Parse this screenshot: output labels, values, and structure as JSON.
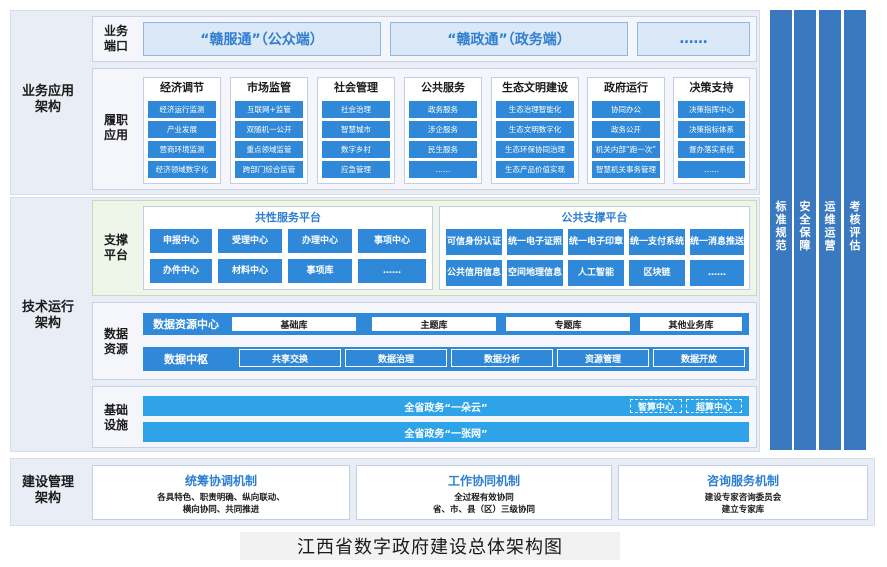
{
  "layers": {
    "business": "业务应用架构",
    "tech": "技术运行架构",
    "construction": "建设管理架构"
  },
  "ports": {
    "label": "业务端口",
    "items": [
      "“赣服通”（公众端）",
      "“赣政通”（政务端）",
      "……"
    ]
  },
  "functions": {
    "label": "履职应用",
    "columns": [
      {
        "title": "经济调节",
        "items": [
          "经济运行监测",
          "产业发展",
          "营商环境监测",
          "经济领域数字化"
        ]
      },
      {
        "title": "市场监管",
        "items": [
          "互联网+监管",
          "双随机一公开",
          "重点领域监管",
          "跨部门综合监管"
        ]
      },
      {
        "title": "社会管理",
        "items": [
          "社会治理",
          "智慧城市",
          "数字乡村",
          "应急管理"
        ]
      },
      {
        "title": "公共服务",
        "items": [
          "政务服务",
          "涉企服务",
          "民生服务",
          "……"
        ]
      },
      {
        "title": "生态文明建设",
        "items": [
          "生态治理智能化",
          "生态文明数字化",
          "生态环保协同治理",
          "生态产品价值实现"
        ]
      },
      {
        "title": "政府运行",
        "items": [
          "协同办公",
          "政务公开",
          "机关内部“跑一次”",
          "智慧机关事务管理"
        ]
      },
      {
        "title": "决策支持",
        "items": [
          "决策指挥中心",
          "决策指标体系",
          "督办落实系统",
          "……"
        ]
      }
    ]
  },
  "support": {
    "label": "支撑平台",
    "common": {
      "title": "共性服务平台",
      "items": [
        "申报中心",
        "受理中心",
        "办理中心",
        "事项中心",
        "办件中心",
        "材料中心",
        "事项库",
        "……"
      ]
    },
    "public": {
      "title": "公共支撑平台",
      "items": [
        "可信身份认证",
        "统一电子证照",
        "统一电子印章",
        "统一支付系统",
        "统一消息推送",
        "公共信用信息",
        "空间地理信息",
        "人工智能",
        "区块链",
        "……"
      ]
    }
  },
  "data": {
    "label": "数据资源",
    "row1": {
      "head": "数据资源中心",
      "items": [
        "基础库",
        "主题库",
        "专题库",
        "其他业务库"
      ]
    },
    "row2": {
      "head": "数据中枢",
      "items": [
        "共享交换",
        "数据治理",
        "数据分析",
        "资源管理",
        "数据开放"
      ]
    }
  },
  "infra": {
    "label": "基础设施",
    "cloud": "全省政务“一朵云”",
    "tags": [
      "智算中心",
      "超算中心"
    ],
    "net": "全省政务“一张网”"
  },
  "vertical": [
    "标准规范",
    "安全保障",
    "运维运营",
    "考核评估"
  ],
  "mechanisms": [
    {
      "title": "统筹协调机制",
      "desc": [
        "各具特色、职责明确、纵向联动、",
        "横向协同、共同推进"
      ]
    },
    {
      "title": "工作协同机制",
      "desc": [
        "全过程有效协同",
        "省、市、县（区）三级协同"
      ]
    },
    {
      "title": "咨询服务机制",
      "desc": [
        "建设专家咨询委员会",
        "建立专家库"
      ]
    }
  ],
  "caption": "江西省数字政府建设总体架构图",
  "colors": {
    "accent": "#2f88d8",
    "vertical": "#3a78c0",
    "title_blue": "#2f7fd1"
  }
}
